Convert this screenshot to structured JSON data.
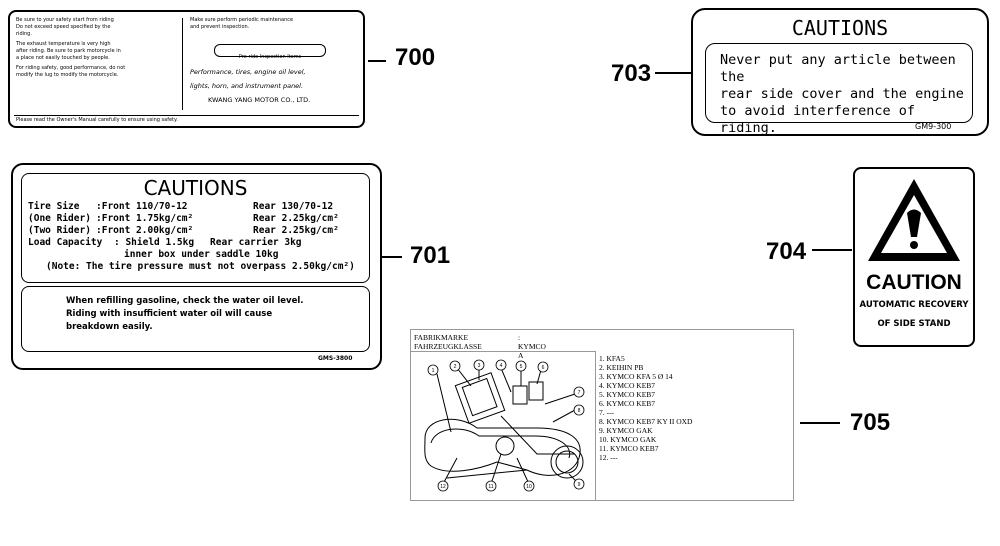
{
  "callouts": {
    "n700": "700",
    "n701": "701",
    "n703": "703",
    "n704": "704",
    "n705": "705"
  },
  "label700": {
    "left_lines": [
      "Be sure to your safety start from riding",
      "Do not exceed speed specified by the",
      "riding.",
      "The exhaust temperature is very high",
      "after riding. Be sure to park motorcycle in",
      "a place not easily touched by people.",
      "For riding safety, good performance, do not",
      "modify the lug to modify the motorcycle."
    ],
    "right_top": [
      "Make sure perform periodic maintenance",
      "and prevent inspection."
    ],
    "button_text": "Pre-ride Inspection Items",
    "right_body": [
      "Performance, tires, engine oil level,",
      "lights, horn, and instrument panel."
    ],
    "maker": "KWANG YANG MOTOR CO., LTD.",
    "footer": "Please read the Owner's Manual carefully to ensure using safety."
  },
  "label701": {
    "title": "CAUTIONS",
    "row1": {
      "label": "Tire Size",
      "front": ":Front 110/70-12",
      "rear": "Rear 130/70-12"
    },
    "row2": {
      "label": "(One Rider)",
      "front": ":Front 1.75kg/cm²",
      "rear": "Rear 2.25kg/cm²"
    },
    "row3": {
      "label": "(Two Rider)",
      "front": ":Front 2.00kg/cm²",
      "rear": "Rear 2.25kg/cm²"
    },
    "row4": {
      "label": "Load Capacity",
      "front": ": Shield 1.5kg",
      "rear": "Rear carrier 3kg"
    },
    "row5": "inner box under saddle 10kg",
    "note": "(Note: The tire pressure must not overpass 2.50kg/cm²)",
    "box_lines": [
      "When refilling gasoline, check the water oil level.",
      "Riding with insufficient water oil will cause",
      "breakdown easily."
    ],
    "code": "GMS-3800"
  },
  "label703": {
    "title": "CAUTIONS",
    "lines": [
      "Never put any article between the",
      "rear side cover and the engine",
      "to avoid interference of riding."
    ],
    "code": "GM9-300"
  },
  "label704": {
    "word": "CAUTION",
    "line1": "AUTOMATIC RECOVERY",
    "line2": "OF SIDE STAND"
  },
  "label705": {
    "field1": {
      "key": "FABRIKMARKE",
      "val": ": KYMCO"
    },
    "field2": {
      "key": "FAHRZEUGKLASSE",
      "val": ": A"
    },
    "parts": [
      "1.   KFA5",
      "2.   KEIHIN PB",
      "3.   KYMCO KFA 5 Ø 14",
      "4.   KYMCO KEB7",
      "5.   KYMCO KEB7",
      "6.   KYMCO KEB7",
      "7.   ---",
      "8.   KYMCO KEB7 KY II OXD",
      "9.   KYMCO GAK",
      "10. KYMCO GAK",
      "11. KYMCO KEB7",
      "12. ---"
    ],
    "diagram_numbers": [
      "1",
      "2",
      "3",
      "4",
      "5",
      "6",
      "7",
      "8",
      "9",
      "10",
      "11",
      "12"
    ]
  },
  "colors": {
    "ink": "#000000",
    "paper": "#ffffff",
    "border705": "#999999"
  }
}
